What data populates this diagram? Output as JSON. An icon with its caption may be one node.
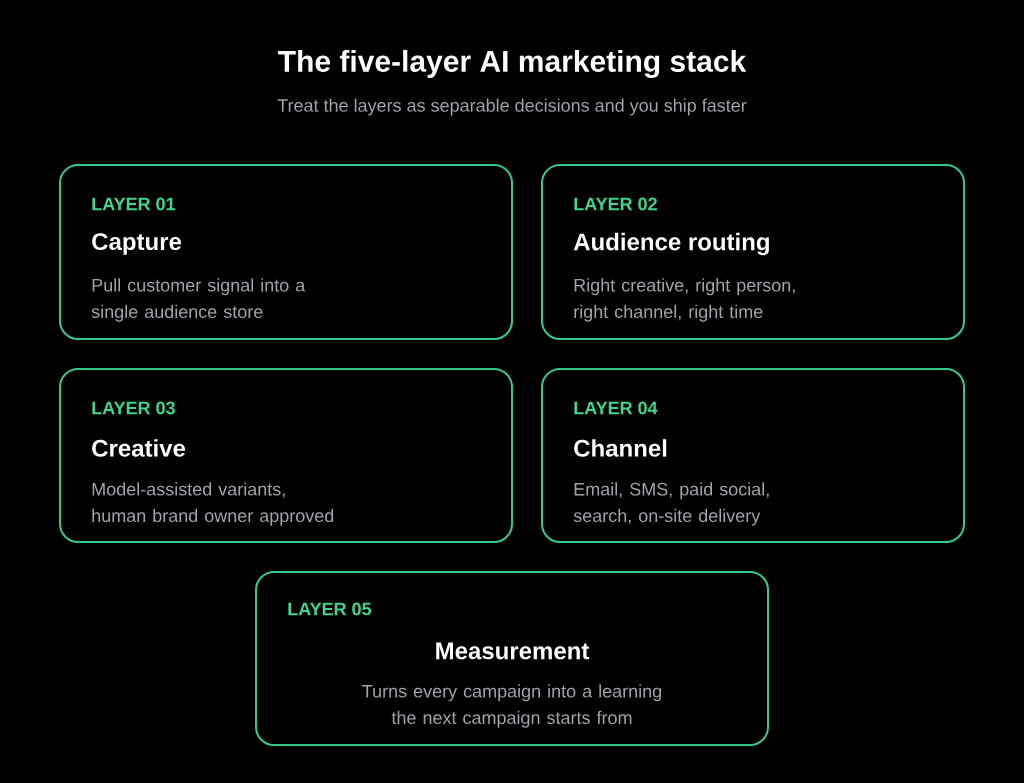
{
  "diagram": {
    "title": "The five-layer AI marketing stack",
    "nodes": [
      {
        "text": [
          "LAYER 01",
          "Capture",
          "Pull customer signal into a single audience store"
        ]
      },
      {
        "text": [
          "LAYER 02",
          "Audience routing",
          "Right creative, right person, right channel, right time"
        ]
      },
      {
        "text": [
          "LAYER 03",
          "Creative",
          "Model-assisted variants, human brand owner approved"
        ]
      },
      {
        "text": [
          "LAYER 04",
          "Channel",
          "Email, SMS, paid social, search, on-site delivery"
        ]
      },
      {
        "text": [
          "LAYER 05",
          "Measurement",
          "Turns every campaign into a learning the next campaign starts from"
        ]
      }
    ],
    "labels": [
      "Treat the layers as separable decisions and you ship faster"
    ]
  }
}
